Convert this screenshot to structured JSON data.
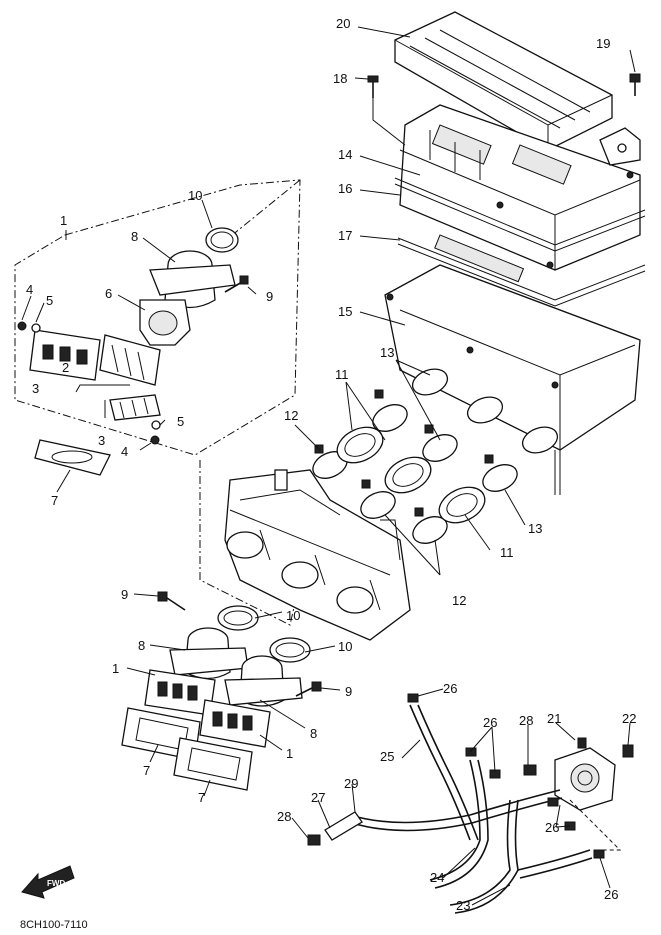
{
  "diagram_code": "8CH100-7110",
  "fwd_label": "FWD",
  "callouts": {
    "c1a": "1",
    "c1b": "1",
    "c1c": "1",
    "c2": "2",
    "c3a": "3",
    "c3b": "3",
    "c4a": "4",
    "c4b": "4",
    "c5a": "5",
    "c5b": "5",
    "c6": "6",
    "c7a": "7",
    "c7b": "7",
    "c7c": "7",
    "c8a": "8",
    "c8b": "8",
    "c8c": "8",
    "c9a": "9",
    "c9b": "9",
    "c9c": "9",
    "c10a": "10",
    "c10b": "10",
    "c10c": "10",
    "c11a": "11",
    "c11b": "11",
    "c12a": "12",
    "c12b": "12",
    "c13a": "13",
    "c13b": "13",
    "c14": "14",
    "c15": "15",
    "c16": "16",
    "c17": "17",
    "c18": "18",
    "c19": "19",
    "c20": "20",
    "c21": "21",
    "c22": "22",
    "c23": "23",
    "c24": "24",
    "c25": "25",
    "c26a": "26",
    "c26b": "26",
    "c26c": "26",
    "c26d": "26",
    "c27": "27",
    "c28a": "28",
    "c28b": "28",
    "c29": "29"
  }
}
